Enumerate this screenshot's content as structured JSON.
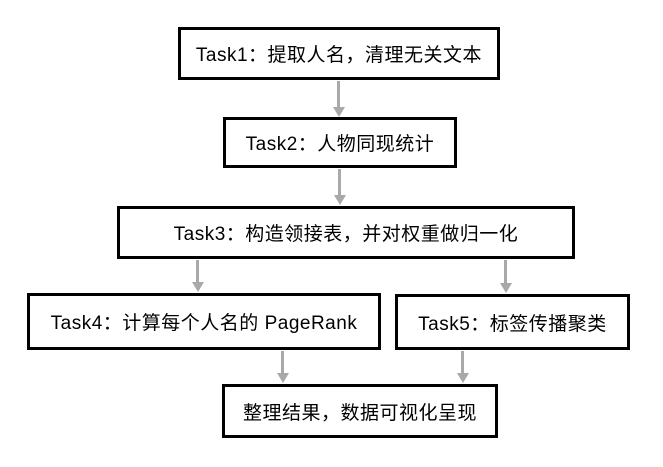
{
  "diagram": {
    "title": "task-pipeline-flowchart",
    "nodes": [
      {
        "id": "task1",
        "label": "Task1：提取人名，清理无关文本"
      },
      {
        "id": "task2",
        "label": "Task2：人物同现统计"
      },
      {
        "id": "task3",
        "label": "Task3：构造领接表，并对权重做归一化"
      },
      {
        "id": "task4",
        "label": "Task4：计算每个人名的 PageRank"
      },
      {
        "id": "task5",
        "label": "Task5：标签传播聚类"
      },
      {
        "id": "final",
        "label": "整理结果，数据可视化呈现"
      }
    ],
    "edges": [
      {
        "from": "task1",
        "to": "task2"
      },
      {
        "from": "task2",
        "to": "task3"
      },
      {
        "from": "task3",
        "to": "task4"
      },
      {
        "from": "task3",
        "to": "task5"
      },
      {
        "from": "task4",
        "to": "final"
      },
      {
        "from": "task5",
        "to": "final"
      }
    ],
    "colors": {
      "box_border": "#000000",
      "box_fill": "#ffffff",
      "arrow": "#a9a9a9",
      "text": "#000000",
      "background": "#ffffff"
    }
  }
}
